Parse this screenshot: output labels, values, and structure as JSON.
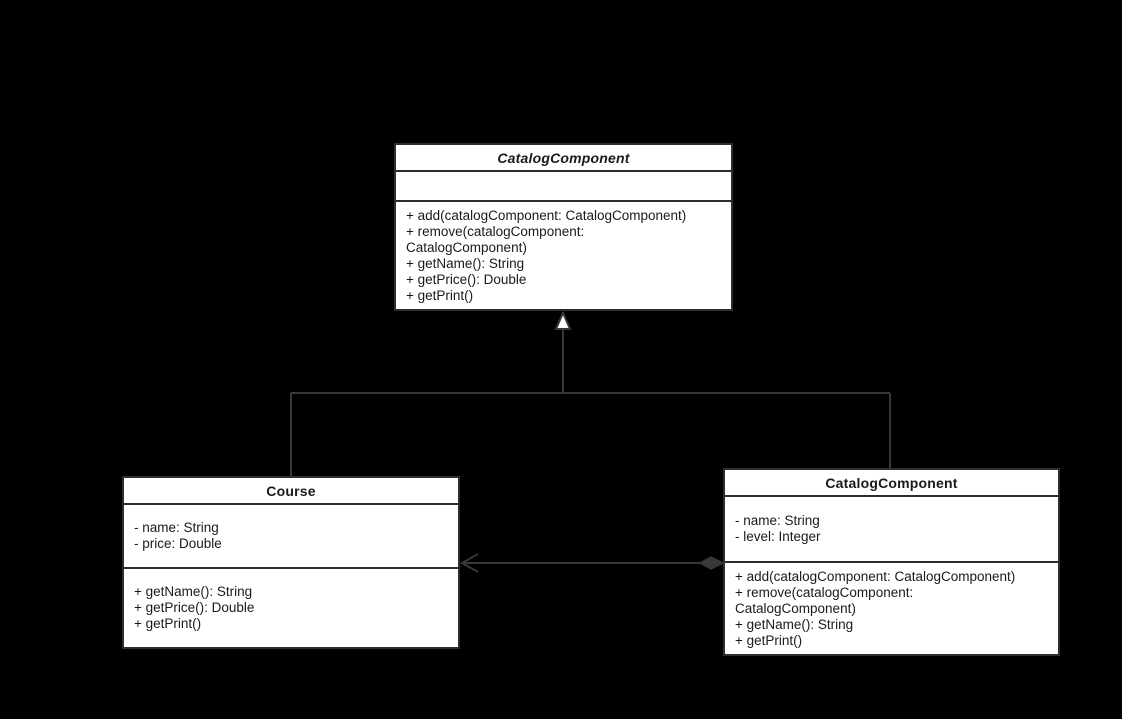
{
  "diagram": {
    "type": "uml-class-diagram",
    "theme": {
      "background": "#000000",
      "box_fill": "#ffffff",
      "box_border": "#2d2d2d",
      "text_color": "#1a1a1a",
      "line_color": "#383838"
    },
    "classes": [
      {
        "name": "CatalogComponent",
        "stereotype": "abstract",
        "attributes": [],
        "methods": [
          "+ add(catalogComponent: CatalogComponent)",
          "+ remove(catalogComponent:",
          "CatalogComponent)",
          "+ getName(): String",
          "+ getPrice(): Double",
          "+ getPrint()"
        ]
      },
      {
        "name": "Course",
        "stereotype": "concrete",
        "attributes": [
          "- name: String",
          "- price: Double"
        ],
        "methods": [
          "+ getName(): String",
          "+ getPrice(): Double",
          "+ getPrint()"
        ]
      },
      {
        "name": "CatalogComponent",
        "stereotype": "concrete",
        "attributes": [
          "- name: String",
          "- level: Integer"
        ],
        "methods": [
          "+ add(catalogComponent: CatalogComponent)",
          "+ remove(catalogComponent:",
          "CatalogComponent)",
          "+ getName(): String",
          "+ getPrint()"
        ]
      }
    ],
    "relationships": [
      {
        "type": "generalization",
        "from": [
          "Course",
          "CatalogComponent (concrete)"
        ],
        "to": "CatalogComponent (abstract)",
        "marker": "hollow-triangle-up"
      },
      {
        "type": "composition",
        "from": "CatalogComponent (concrete)",
        "to": "Course",
        "markers": [
          "filled-diamond-at-source",
          "open-arrow-at-target"
        ]
      }
    ]
  }
}
